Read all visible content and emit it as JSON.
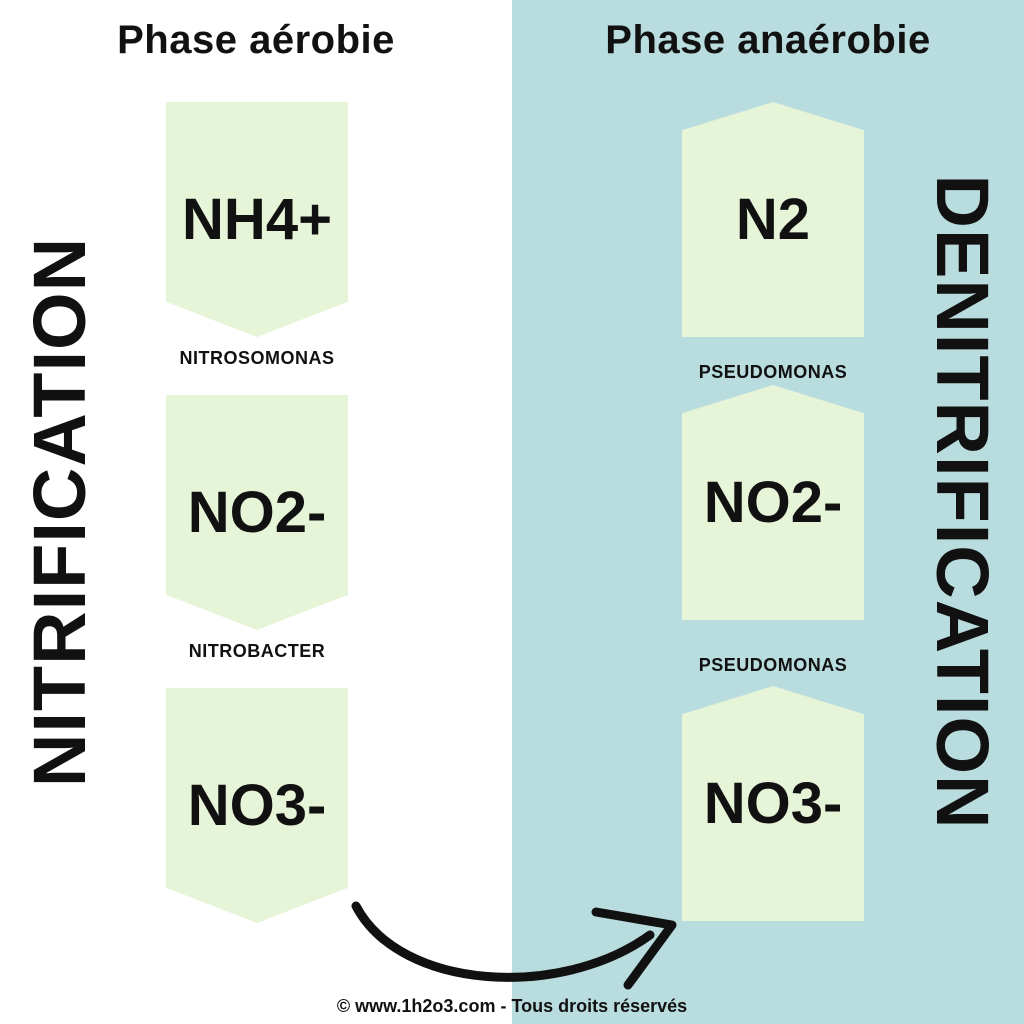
{
  "aerobic": {
    "title": "Phase aérobie",
    "process": "NITRIFICATION",
    "compounds": [
      "NH4+",
      "NO2-",
      "NO3-"
    ],
    "bacteria": [
      "NITROSOMONAS",
      "NITROBACTER"
    ]
  },
  "anaerobic": {
    "title": "Phase anaérobie",
    "process": "DENITRIFICATION",
    "compounds": [
      "N2",
      "NO2-",
      "NO3-"
    ],
    "bacteria": [
      "PSEUDOMONAS",
      "PSEUDOMONAS"
    ]
  },
  "footer": "© www.1h2o3.com - Tous droits réservés",
  "colors": {
    "right_background": "#b9dcdf",
    "box_fill": "#e6f4d8",
    "text": "#111111"
  }
}
